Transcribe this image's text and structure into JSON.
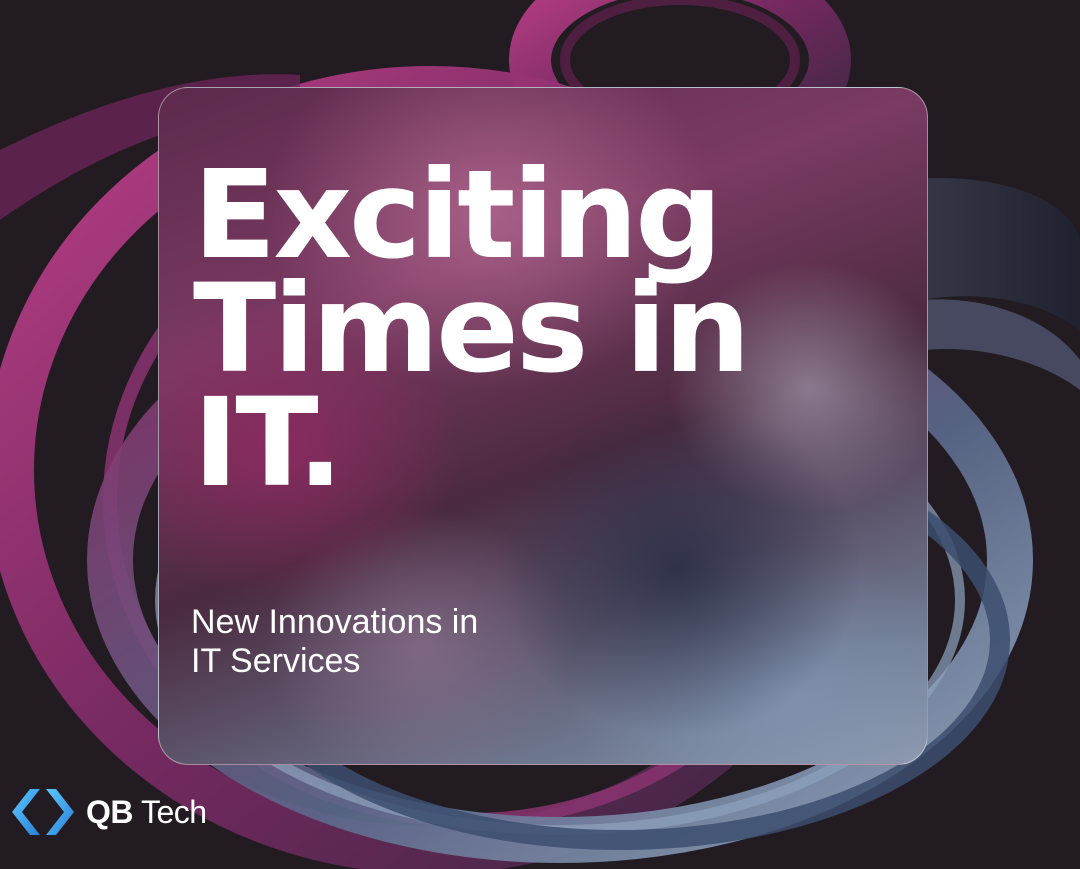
{
  "headline": {
    "line1": "Exciting",
    "line2": "Times in",
    "line3": "IT."
  },
  "subheadline": {
    "line1": "New Innovations in",
    "line2": "IT Services"
  },
  "brand": {
    "name_bold": "QB",
    "name_light": "Tech",
    "icon": "code-brackets-logo-icon"
  },
  "colors": {
    "background": "#221b22",
    "text": "#ffffff",
    "accent_magenta": "#a0306f",
    "accent_blue": "#3aa0e8"
  }
}
